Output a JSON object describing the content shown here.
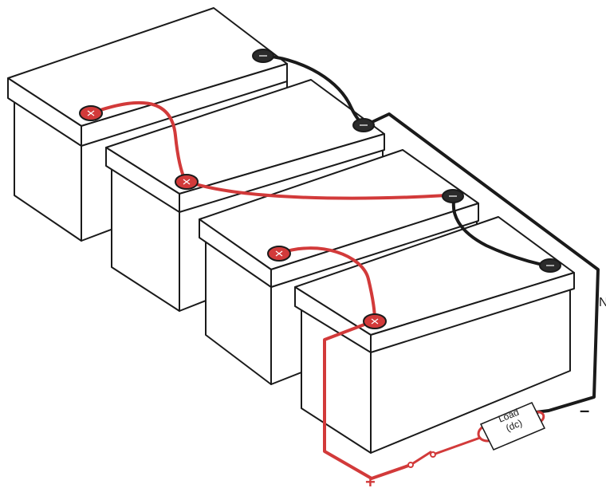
{
  "load": {
    "line1": "Load",
    "line2": "(dc)"
  },
  "polarity": {
    "positive": "+",
    "negative": "–"
  },
  "edge_letter": "N",
  "colors": {
    "positive_wire": "#d23a3a",
    "negative_wire": "#1a1a1a",
    "battery_fill": "#ffffff"
  }
}
